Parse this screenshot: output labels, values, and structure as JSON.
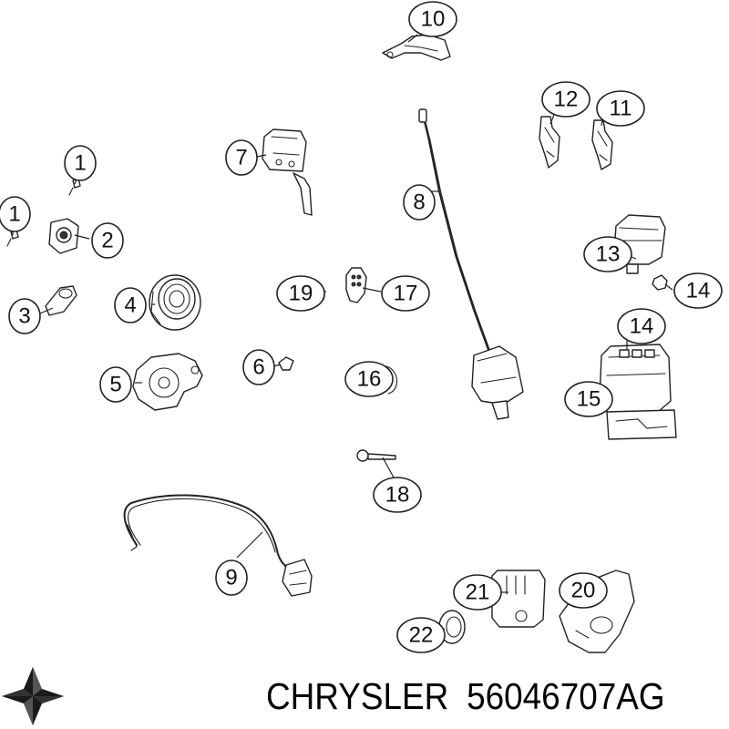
{
  "callouts": [
    {
      "label": "10"
    },
    {
      "label": "12"
    },
    {
      "label": "11"
    },
    {
      "label": "7"
    },
    {
      "label": "1"
    },
    {
      "label": "8"
    },
    {
      "label": "1"
    },
    {
      "label": "2"
    },
    {
      "label": "13"
    },
    {
      "label": "19"
    },
    {
      "label": "17"
    },
    {
      "label": "14"
    },
    {
      "label": "4"
    },
    {
      "label": "3"
    },
    {
      "label": "14"
    },
    {
      "label": "6"
    },
    {
      "label": "5"
    },
    {
      "label": "16"
    },
    {
      "label": "15"
    },
    {
      "label": "18"
    },
    {
      "label": "9"
    },
    {
      "label": "21"
    },
    {
      "label": "20"
    },
    {
      "label": "22"
    }
  ],
  "footer": {
    "brand": "CHRYSLER",
    "part_number": "56046707AG",
    "logo_icon": "pentastar-logo-icon"
  },
  "colors": {
    "line": "#222222",
    "background": "#ffffff"
  }
}
